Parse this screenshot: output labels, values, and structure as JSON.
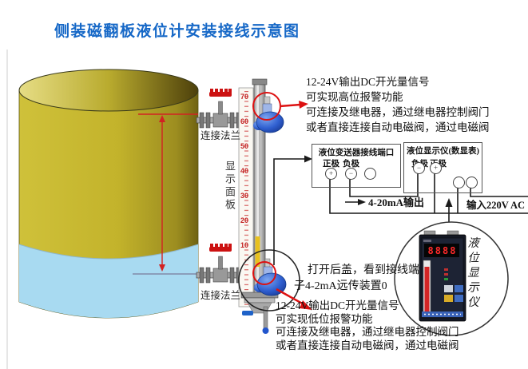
{
  "title": "侧装磁翻板液位计安装接线示意图",
  "tank": {
    "top_flange_label": "连接法兰",
    "bottom_flange_label": "连接法兰"
  },
  "gauge": {
    "panel_label": "显示面板",
    "scale_labels": [
      "70",
      "60",
      "50",
      "40",
      "30",
      "20",
      "10"
    ]
  },
  "notes": {
    "high_alarm_lines": [
      "12-24V输出DC开光量信号",
      "可实现高位报警功能",
      "可连接及继电器，通过继电器控制阀门",
      "或者直接连接自动电磁阀，通过电磁阀"
    ],
    "open_cover_lines": [
      "打开后盖，看到接线端",
      "子4-2mA远传装置0"
    ],
    "low_alarm_lines": [
      "12-24V输出DC开光量信号",
      "可实现低位报警功能",
      "可连接及继电器，通过继电器控制阀门",
      "或者直接连接自动电磁阀，通过电磁阀"
    ]
  },
  "transmitter_box": {
    "title": "液位变送器接线端口",
    "positive_label": "正极",
    "negative_label": "负极",
    "terminal_symbols": [
      "+",
      "−",
      ""
    ]
  },
  "display_box": {
    "title": "液位显示仪(数显表)",
    "negative_label": "负极",
    "positive_label": "正极",
    "terminal_symbols": [
      "−",
      "+"
    ]
  },
  "wiring": {
    "output_label": "4-20mA输出",
    "ac_input_label": "输入220V AC"
  },
  "instrument": {
    "vertical_label": "液位显示仪",
    "led_value": "8888"
  },
  "colors": {
    "title_blue": "#1668c7",
    "highlight_red": "#dd1111",
    "tank_yellow": "#c3b32b",
    "water_blue": "#a8daf1"
  }
}
